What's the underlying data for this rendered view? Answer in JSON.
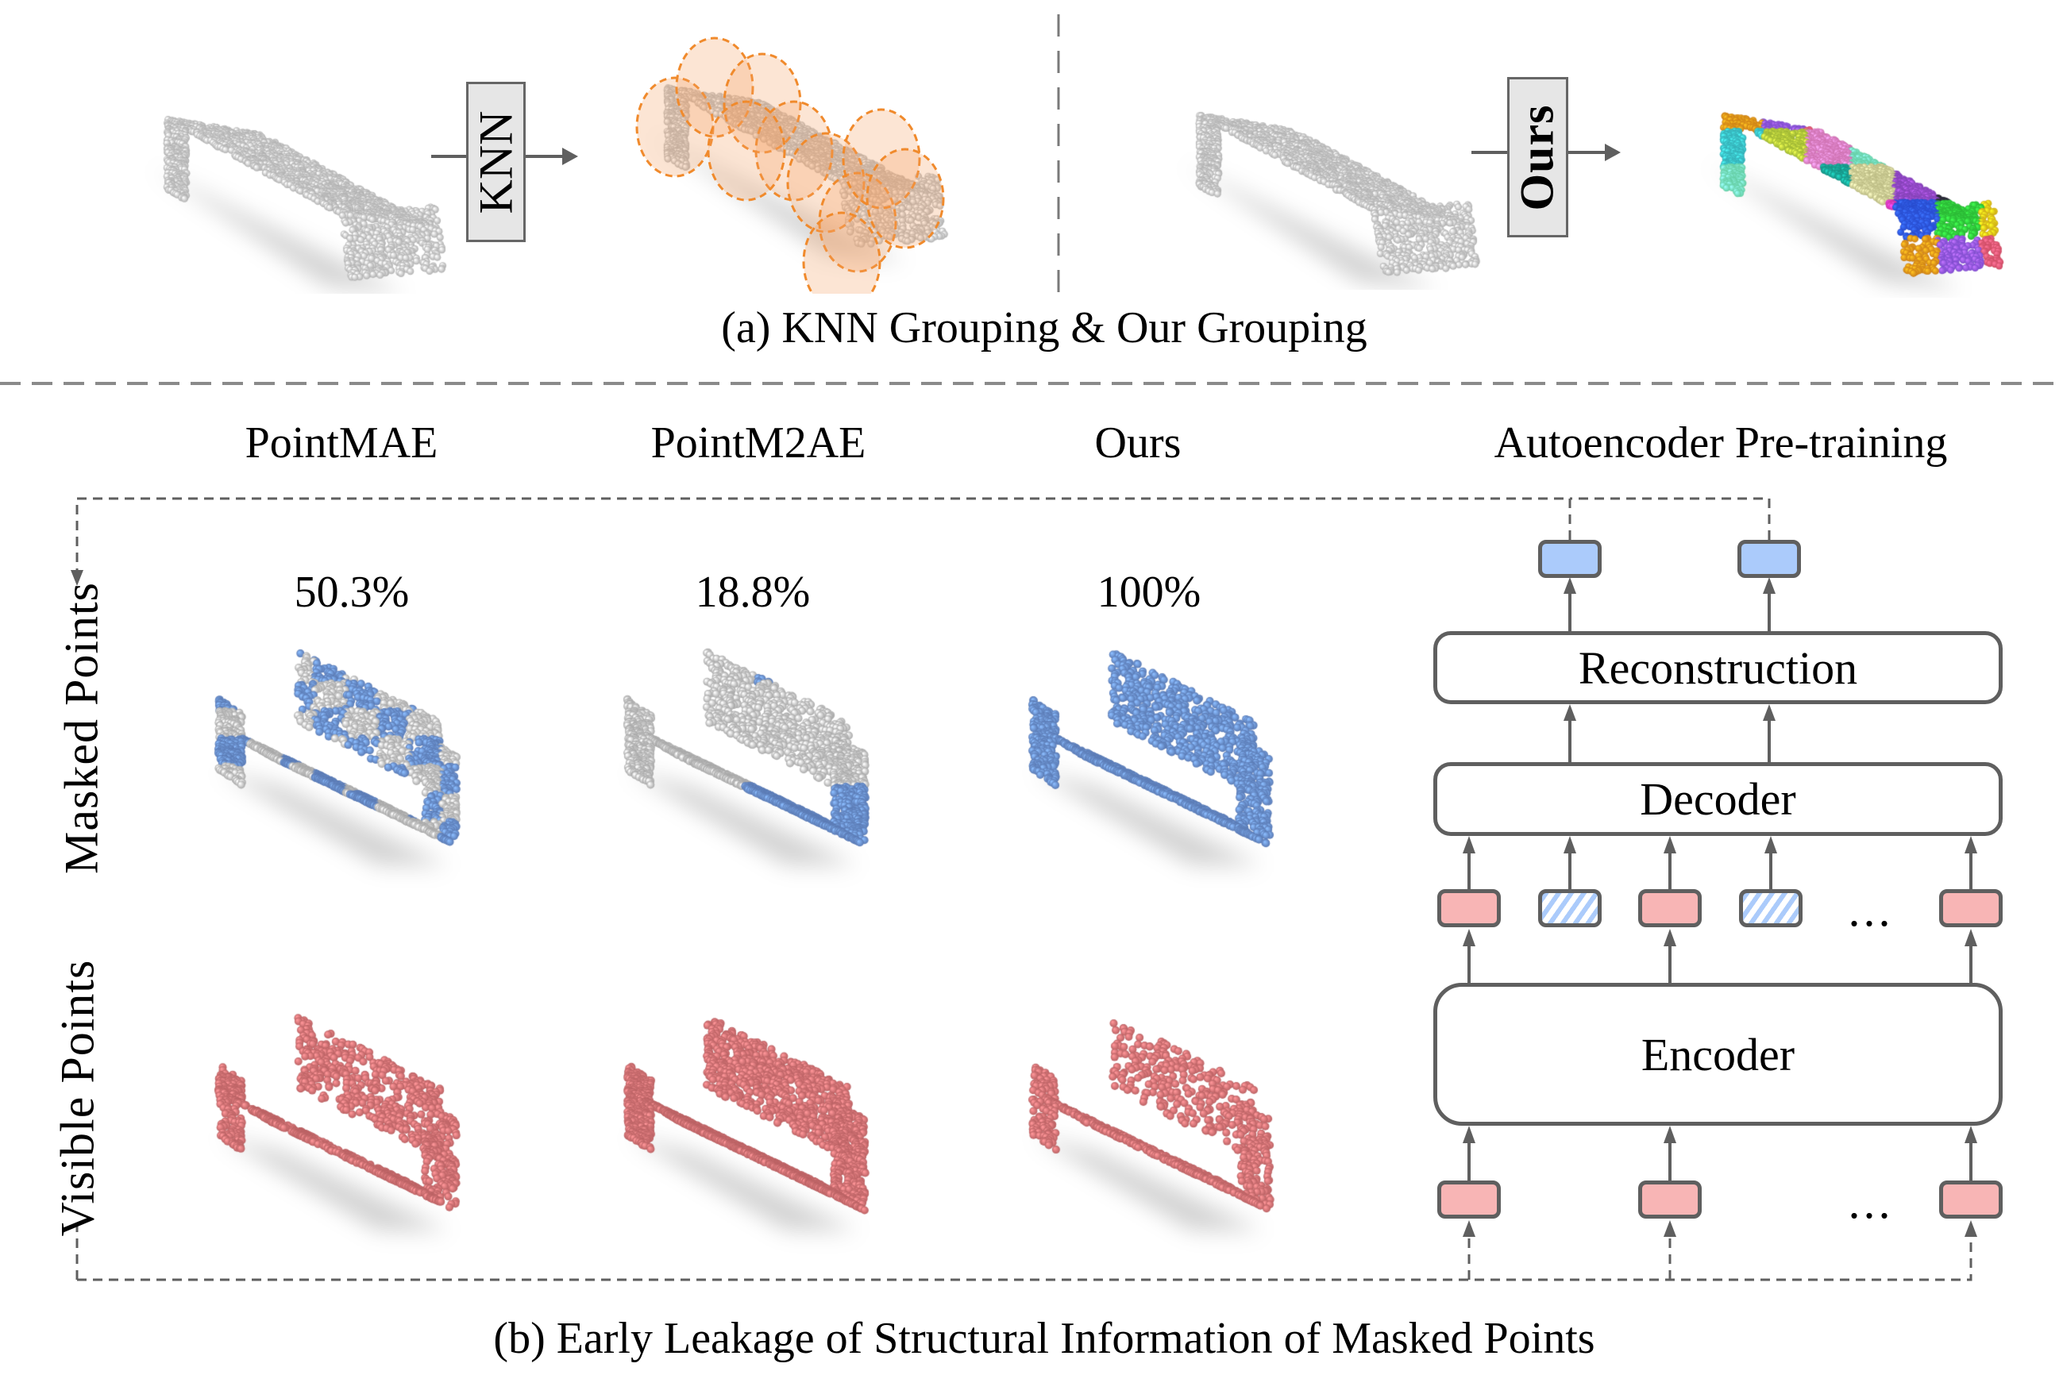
{
  "section_a": {
    "knn_label": "KNN",
    "ours_label": "Ours",
    "caption": "(a) KNN Grouping & Our Grouping"
  },
  "section_b": {
    "columns": [
      {
        "title": "PointMAE",
        "masked_ratio": "50.3%"
      },
      {
        "title": "PointM2AE",
        "masked_ratio": "18.8%"
      },
      {
        "title": "Ours",
        "masked_ratio": "100%"
      }
    ],
    "row_labels": {
      "masked": "Masked Points",
      "visible": "Visible Points"
    },
    "diagram": {
      "title": "Autoencoder Pre-training",
      "reconstruction_label": "Reconstruction",
      "decoder_label": "Decoder",
      "encoder_label": "Encoder",
      "ellipsis": "..."
    },
    "caption": "(b) Early Leakage of Structural Information of Masked Points"
  },
  "colors": {
    "masked_blue": "#6f97e0",
    "visible_red": "#e7787a",
    "gray_points": "#cfcfcf",
    "knn_orange": "#f08a2c",
    "token_red": "#f8b5b5",
    "token_blue": "#abcbfb",
    "line_gray": "#5f5f5f"
  }
}
